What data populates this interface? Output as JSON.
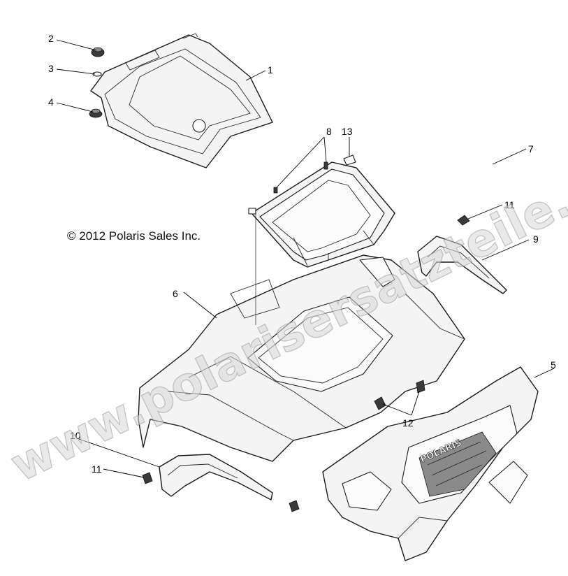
{
  "copyright": "© 2012 Polaris Sales Inc.",
  "watermark": "www.polarisersatzteile.de",
  "brand_badge": "POLARIS",
  "callouts": [
    "1",
    "2",
    "3",
    "4",
    "5",
    "6",
    "7",
    "8",
    "9",
    "10",
    "11",
    "11",
    "12",
    "13"
  ]
}
